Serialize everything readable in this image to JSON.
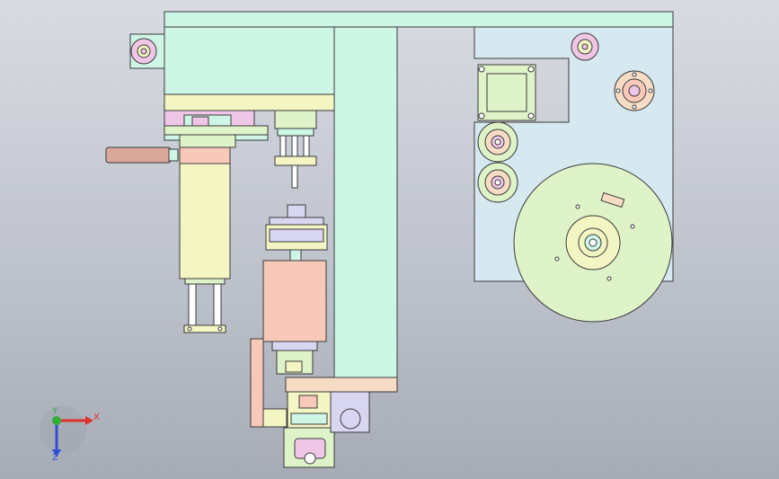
{
  "viewport": {
    "background_top": "#d8dbe2",
    "background_bottom": "#a7abb5"
  },
  "palette": {
    "mint": "#cdf6e6",
    "light_blue": "#d6e8f0",
    "light_yellow": "#f3f6c3",
    "salmon": "#f8c9b9",
    "pink": "#f0c6e6",
    "lavender": "#d9d6f2",
    "pale_green": "#dff3c8",
    "peach": "#f6dcc4",
    "outline": "#3a3a3a"
  },
  "triad": {
    "x_label": "X",
    "y_label": "Y",
    "z_label": "Z",
    "x_color": "#e0302a",
    "y_color": "#2fae3a",
    "z_color": "#2f4fd8"
  }
}
